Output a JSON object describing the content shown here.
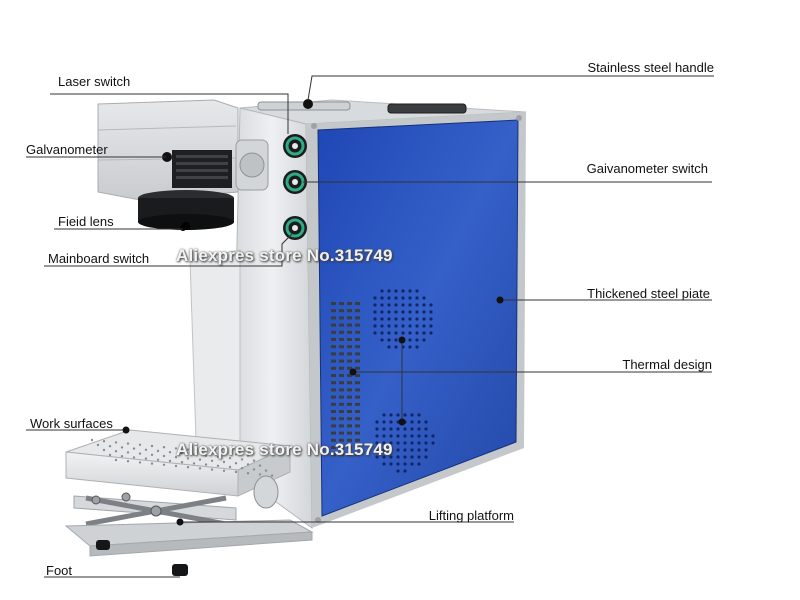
{
  "labels": {
    "laser_switch": "Laser switch",
    "galvanometer": "Galvanometer",
    "field_lens": "Fieid lens",
    "mainboard_switch": "Mainboard switch",
    "work_surfaces": "Work surfaces",
    "foot": "Foot",
    "stainless_steel_handle": "Stainless steel handle",
    "galvanometer_switch": "Gaivanometer switch",
    "thickened_steel_plate": "Thickened steel piate",
    "thermal_design": "Thermal design",
    "lifting_platform": "Lifting platform"
  },
  "watermark": {
    "text": "Aliexpres store No.315749"
  },
  "colors": {
    "blue_panel": "#2a4fb8",
    "cabinet": "#e3e5e7",
    "leader_line": "#333333",
    "knob_ring": "#2faa82"
  }
}
